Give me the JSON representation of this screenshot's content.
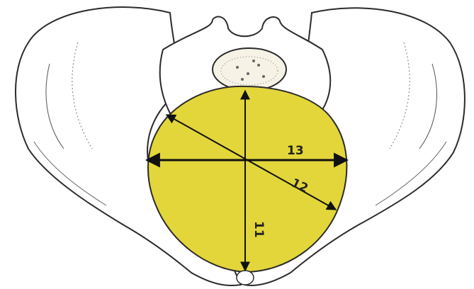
{
  "figure": {
    "colors": {
      "inlet_fill": "#e3d63a",
      "bone_fill": "#ffffff",
      "outline": "#2b2b2b",
      "line": "#111111"
    },
    "measurements": [
      {
        "id": "transverse",
        "value": "13"
      },
      {
        "id": "oblique",
        "value": "12"
      },
      {
        "id": "conjugate",
        "value": "11"
      }
    ]
  }
}
